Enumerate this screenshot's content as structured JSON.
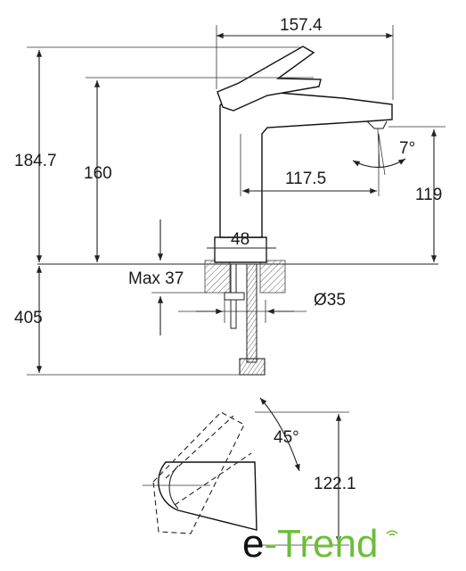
{
  "dimensions": {
    "overall_width": "157.4",
    "overall_height": "184.7",
    "lever_height": "160",
    "spout_reach": "117.5",
    "spout_height": "119",
    "spout_angle": "7°",
    "base_diameter": "48",
    "max_deck": "Max 37",
    "hose_length": "405",
    "hole_diameter": "Ø35",
    "lever_rotation": "45°",
    "lever_length": "122.1"
  },
  "brand": {
    "prefix": "e",
    "name": "-Trend"
  },
  "colors": {
    "line": "#222222",
    "brand_green": "#6bbf3a",
    "brand_dark": "#111111"
  }
}
